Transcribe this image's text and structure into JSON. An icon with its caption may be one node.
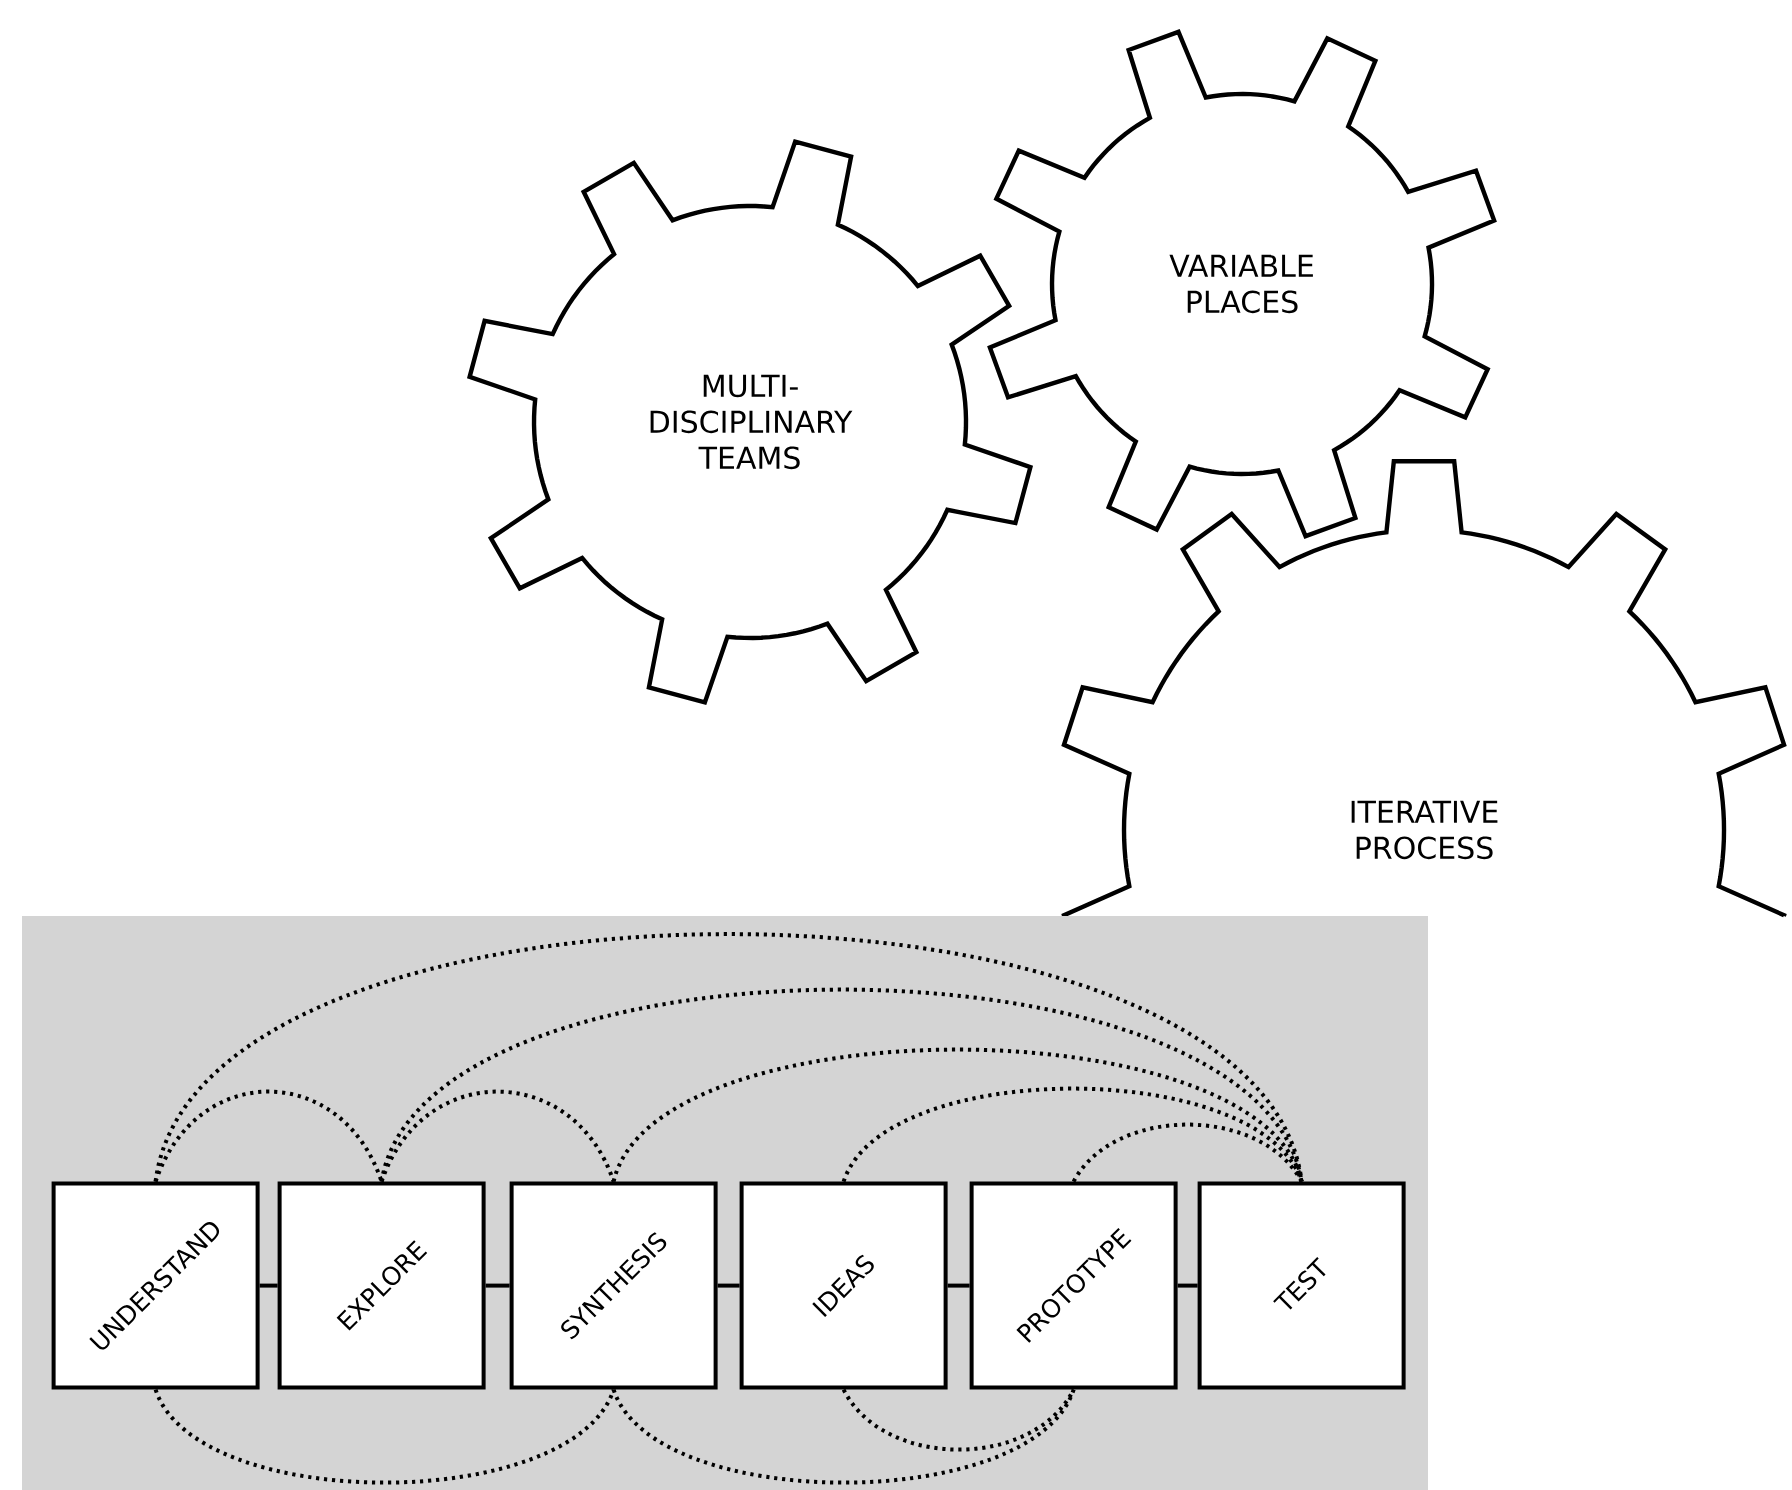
{
  "diagram": {
    "nodes": [
      {
        "text": [
          "MULTI- DISCIPLINARY TEAMS"
        ]
      },
      {
        "text": [
          "VARIABLE PLACES"
        ]
      },
      {
        "text": [
          "ITERATIVE PROCESS"
        ]
      },
      {
        "text": [],
        "shape": "box"
      },
      {
        "text": [
          "UNDERSTAND"
        ],
        "in": 3
      },
      {
        "text": [
          "EXPLORE"
        ],
        "in": 3
      },
      {
        "text": [
          "SYNTHESIS"
        ],
        "in": 3
      },
      {
        "text": [
          "IDEAS"
        ],
        "in": 3
      },
      {
        "text": [
          "PROTOTYPE"
        ],
        "in": 3
      },
      {
        "text": [
          "TEST"
        ],
        "in": 3
      }
    ],
    "edges": [
      {
        "from": 4,
        "to": 5,
        "arrow": "none"
      },
      {
        "from": 5,
        "to": 6,
        "arrow": "none"
      },
      {
        "from": 6,
        "to": 7,
        "arrow": "none"
      },
      {
        "from": 7,
        "to": 8,
        "arrow": "none"
      },
      {
        "from": 8,
        "to": 9,
        "arrow": "none"
      },
      {
        "from": 4,
        "to": 5,
        "arrow": "none",
        "style": "dashed"
      },
      {
        "from": 5,
        "to": 6,
        "arrow": "none",
        "style": "dashed"
      },
      {
        "from": 4,
        "to": 9,
        "arrow": "none",
        "style": "dashed"
      },
      {
        "from": 5,
        "to": 9,
        "arrow": "none",
        "style": "dashed"
      },
      {
        "from": 6,
        "to": 9,
        "arrow": "none",
        "style": "dashed"
      },
      {
        "from": 7,
        "to": 9,
        "arrow": "none",
        "style": "dashed"
      },
      {
        "from": 8,
        "to": 9,
        "arrow": "none",
        "style": "dashed"
      },
      {
        "from": 4,
        "to": 6,
        "arrow": "none",
        "style": "dashed"
      },
      {
        "from": 6,
        "to": 8,
        "arrow": "none",
        "style": "dashed"
      },
      {
        "from": 7,
        "to": 8,
        "arrow": "none",
        "style": "dashed"
      }
    ]
  }
}
